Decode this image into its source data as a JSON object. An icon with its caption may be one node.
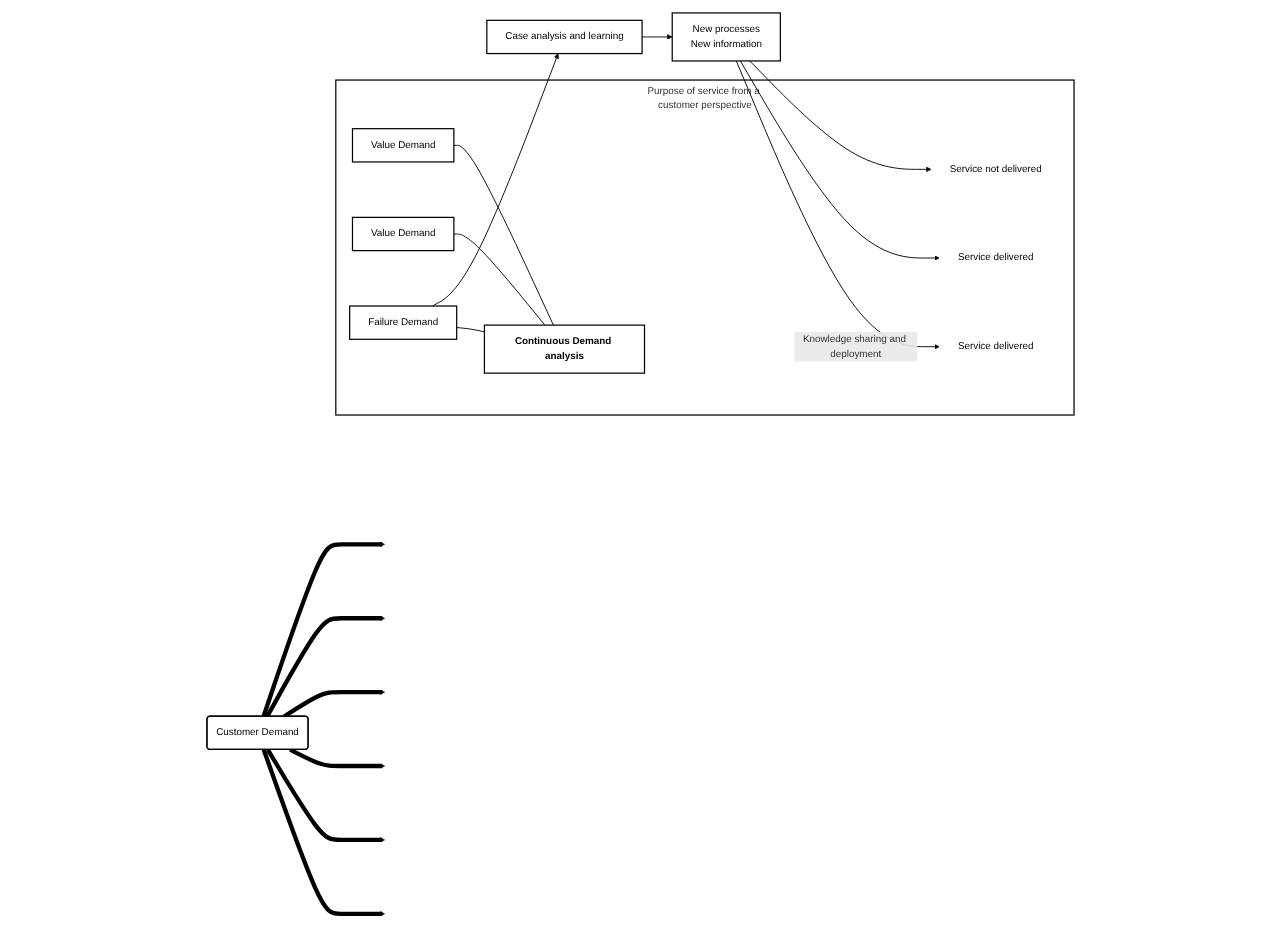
{
  "diagram": {
    "nodes": [
      {
        "text": [
          "Customer Demand"
        ]
      },
      {
        "text": [
          "Purpose of service from a customer perspective"
        ]
      },
      {
        "text": [
          "Continuous Demand analysis"
        ],
        "in": 1
      },
      {
        "text": [
          "Value Demand"
        ],
        "in": 1
      },
      {
        "text": [
          "Service delivered"
        ],
        "in": 1
      },
      {
        "text": [
          "Value Demand"
        ],
        "in": 1
      },
      {
        "text": [
          "Service delivered"
        ],
        "in": 1
      },
      {
        "text": [
          "Failure Demand"
        ],
        "in": 1
      },
      {
        "text": [
          "Service not delivered"
        ],
        "in": 1
      },
      {
        "text": [
          "Case analysis and learning"
        ]
      },
      {
        "text": [
          "New processes",
          "New information"
        ]
      }
    ],
    "edges": [
      {
        "from": 0,
        "to": null,
        "arrow": "to",
        "style": "thick"
      },
      {
        "from": 0,
        "to": null,
        "arrow": "to",
        "style": "thick"
      },
      {
        "from": 0,
        "to": null,
        "arrow": "to",
        "style": "thick"
      },
      {
        "from": 0,
        "to": null,
        "arrow": "to",
        "style": "thick"
      },
      {
        "from": 0,
        "to": null,
        "arrow": "to",
        "style": "thick"
      },
      {
        "from": 0,
        "to": null,
        "arrow": "to",
        "style": "thick"
      },
      {
        "from": 3,
        "to": 2,
        "arrow": "none"
      },
      {
        "from": 5,
        "to": 2,
        "arrow": "none"
      },
      {
        "from": 7,
        "to": 2,
        "arrow": "none"
      },
      {
        "from": 7,
        "to": 9,
        "arrow": "to"
      },
      {
        "from": 9,
        "to": 10,
        "arrow": "to"
      },
      {
        "from": 10,
        "to": 4,
        "arrow": "to",
        "label": "Knowledge sharing and deployment"
      },
      {
        "from": 10,
        "to": 6,
        "arrow": "to"
      },
      {
        "from": 10,
        "to": 8,
        "arrow": "to"
      }
    ]
  }
}
